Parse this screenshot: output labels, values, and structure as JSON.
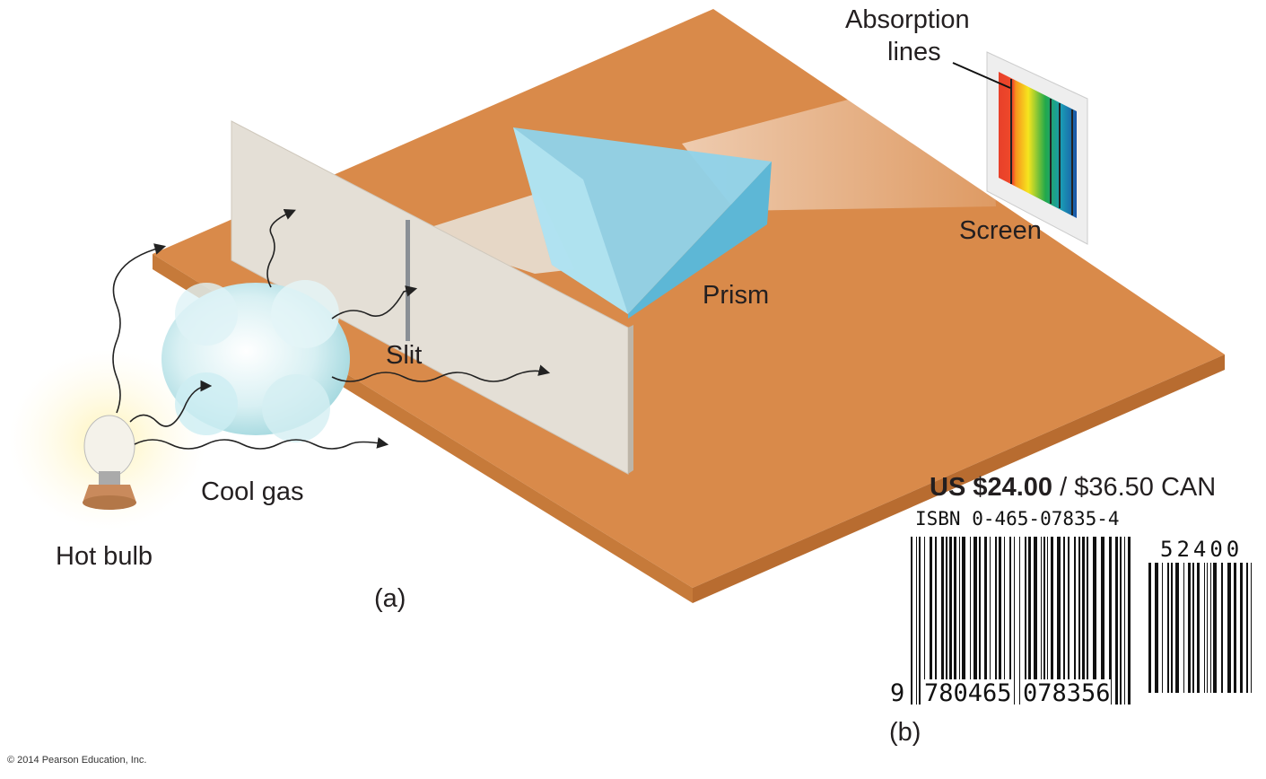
{
  "labels": {
    "absorption_lines": [
      "Absorption",
      "lines"
    ],
    "screen": "Screen",
    "prism": "Prism",
    "slit": "Slit",
    "cool_gas": "Cool gas",
    "hot_bulb": "Hot bulb",
    "panel_a": "(a)",
    "panel_b": "(b)"
  },
  "barcode": {
    "price_us": "US $24.00",
    "price_separator": " / ",
    "price_can": "$36.50 CAN",
    "isbn": "ISBN 0-465-07835-4",
    "lead_digit": "9",
    "group1": "780465",
    "group2": "078356",
    "addon": "52400"
  },
  "copyright": "© 2014 Pearson Education, Inc.",
  "colors": {
    "board": "#d98a4a",
    "board_edge": "#c27434",
    "wall": "#e4dfd6",
    "prism": "#8fd3ea"
  }
}
